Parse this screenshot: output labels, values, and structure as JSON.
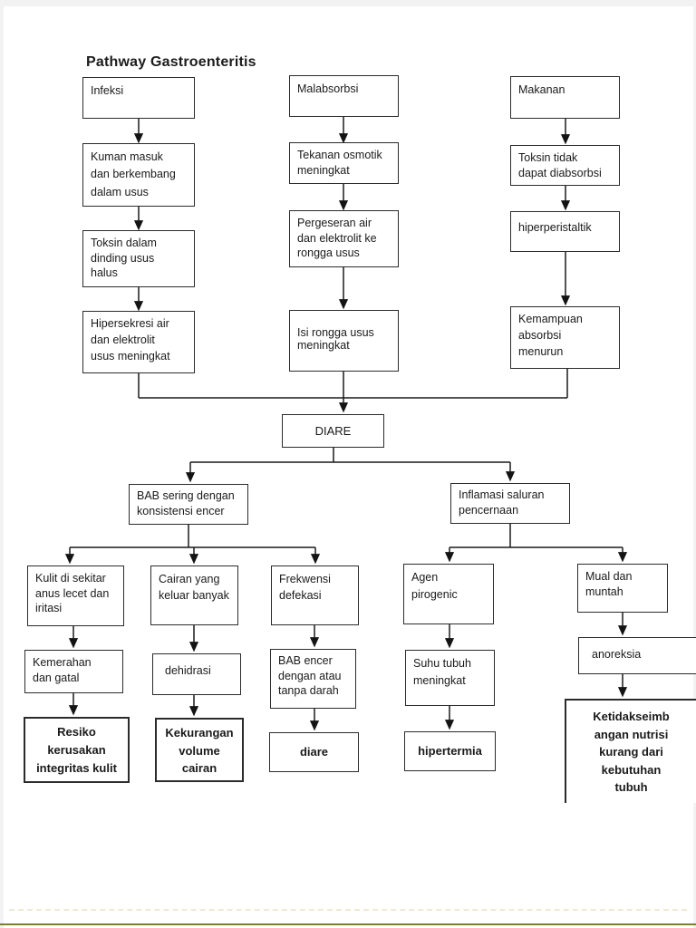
{
  "page": {
    "title": "Pathway Gastroenteritis"
  },
  "nodes": {
    "infeksi": "Infeksi",
    "kuman_masuk": "Kuman masuk\ndan berkembang\ndalam usus",
    "toksin_dinding": "Toksin dalam\ndinding usus\nhalus",
    "hipersekresi": "Hipersekresi air\ndan elektrolit\nusus meningkat",
    "malabsorbsi": "Malabsorbsi",
    "tekanan_osmotik": "Tekanan osmotik\nmeningkat",
    "pergeseran_air": "Pergeseran air\ndan elektrolit ke\nrongga usus",
    "isi_rongga": "Isi rongga usus\nmeningkat",
    "makanan": "Makanan",
    "toksin_tidak": "Toksin tidak\ndapat diabsorbsi",
    "hiperperistaltik": "hiperperistaltik",
    "kemampuan_absorbsi": "Kemampuan\nabsorbsi\nmenurun",
    "diare_main": "DIARE",
    "bab_sering": "BAB sering dengan\nkonsistensi encer",
    "inflamasi": "Inflamasi saluran\npencernaan",
    "kulit_anus": "Kulit di sekitar\nanus lecet dan\niritasi",
    "cairan_keluar": "Cairan yang\nkeluar banyak",
    "frekwensi_defekasi": "Frekwensi\ndefekasi",
    "agen_pirogenic": "Agen\npirogenic",
    "mual_muntah": "Mual dan\nmuntah",
    "kemerahan_gatal": "Kemerahan\ndan gatal",
    "dehidrasi": "dehidrasi",
    "bab_encer": "BAB encer\ndengan atau\ntanpa darah",
    "suhu_tubuh": "Suhu tubuh\nmeningkat",
    "anoreksia": "anoreksia",
    "resiko_kerusakan": "Resiko\nkerusakan\nintegritas kulit",
    "kekurangan_volume": "Kekurangan\nvolume\ncairan",
    "diare_diagnosis": "diare",
    "hipertermia": "hipertermia",
    "ketidakseimbangan": "Ketidakseimb\nangan nutrisi\nkurang dari\nkebutuhan\ntubuh"
  },
  "colors": {
    "line": "#1a1a1a",
    "box_border": "#2b2b2b",
    "text": "#1a1a1a",
    "bottom_bar": "#79802f"
  }
}
